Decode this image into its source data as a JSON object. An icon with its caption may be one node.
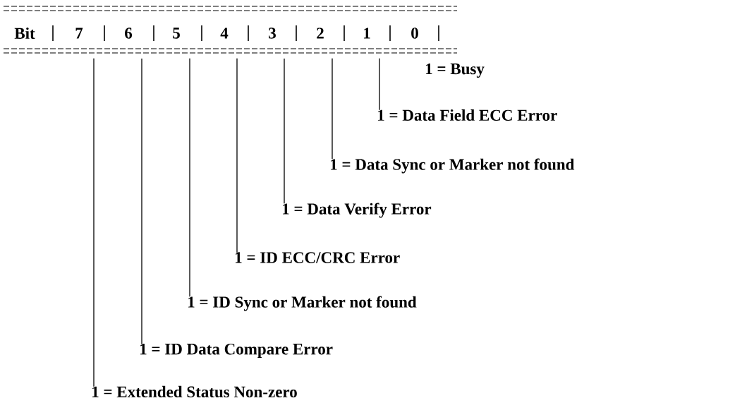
{
  "diagram": {
    "nodes": [
      {
        "text": [
          "Bit"
        ]
      },
      {
        "text": [
          "7"
        ]
      },
      {
        "text": [
          "6"
        ]
      },
      {
        "text": [
          "5"
        ]
      },
      {
        "text": [
          "4"
        ]
      },
      {
        "text": [
          "3"
        ]
      },
      {
        "text": [
          "2"
        ]
      },
      {
        "text": [
          "1"
        ]
      },
      {
        "text": [
          "0"
        ]
      },
      {
        "text": [
          "1 = Data Field ECC Error"
        ]
      },
      {
        "text": [
          "1 = Data Sync or Marker not found"
        ]
      },
      {
        "text": [
          "1 = Data Verify Error"
        ]
      },
      {
        "text": [
          "1 = ID ECC/CRC Error"
        ]
      },
      {
        "text": [
          "1 = ID Sync or Marker not found"
        ]
      },
      {
        "text": [
          "1 = ID Data Compare Error"
        ]
      },
      {
        "text": [
          "1 = Extended Status Non-zero"
        ]
      }
    ],
    "edges": [
      {
        "from": 7,
        "to": 9,
        "arrow": "none"
      },
      {
        "from": 6,
        "to": 10,
        "arrow": "none"
      },
      {
        "from": 5,
        "to": 11,
        "arrow": "none"
      },
      {
        "from": 4,
        "to": 12,
        "arrow": "none"
      },
      {
        "from": 3,
        "to": 13,
        "arrow": "none"
      },
      {
        "from": 2,
        "to": 14,
        "arrow": "none"
      },
      {
        "from": 1,
        "to": 15,
        "arrow": "none"
      }
    ],
    "labels": [
      "1 = Busy"
    ]
  }
}
